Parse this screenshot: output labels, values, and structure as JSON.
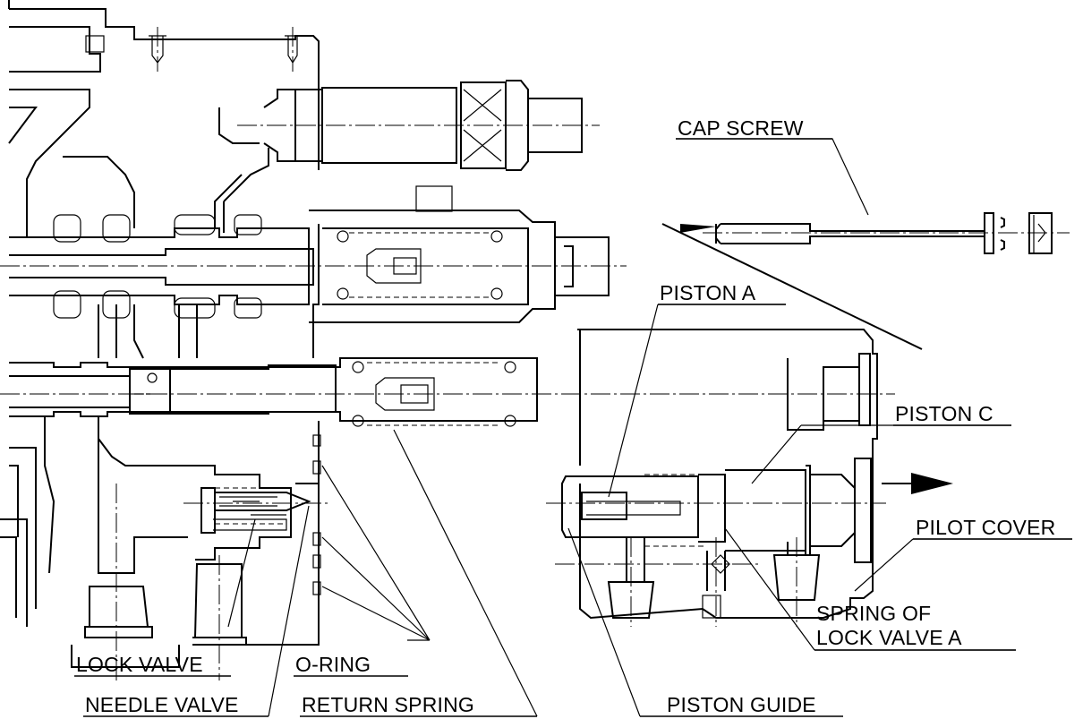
{
  "labels": {
    "cap_screw": "CAP SCREW",
    "piston_a": "PISTON A",
    "piston_c": "PISTON C",
    "pilot_cover": "PILOT COVER",
    "spring_line1": "SPRING OF",
    "spring_line2": "LOCK VALVE A",
    "lock_valve": "LOCK VALVE",
    "o_ring": "O-RING",
    "needle_valve": "NEEDLE VALVE",
    "return_spring": "RETURN SPRING",
    "piston_guide": "PISTON GUIDE"
  }
}
